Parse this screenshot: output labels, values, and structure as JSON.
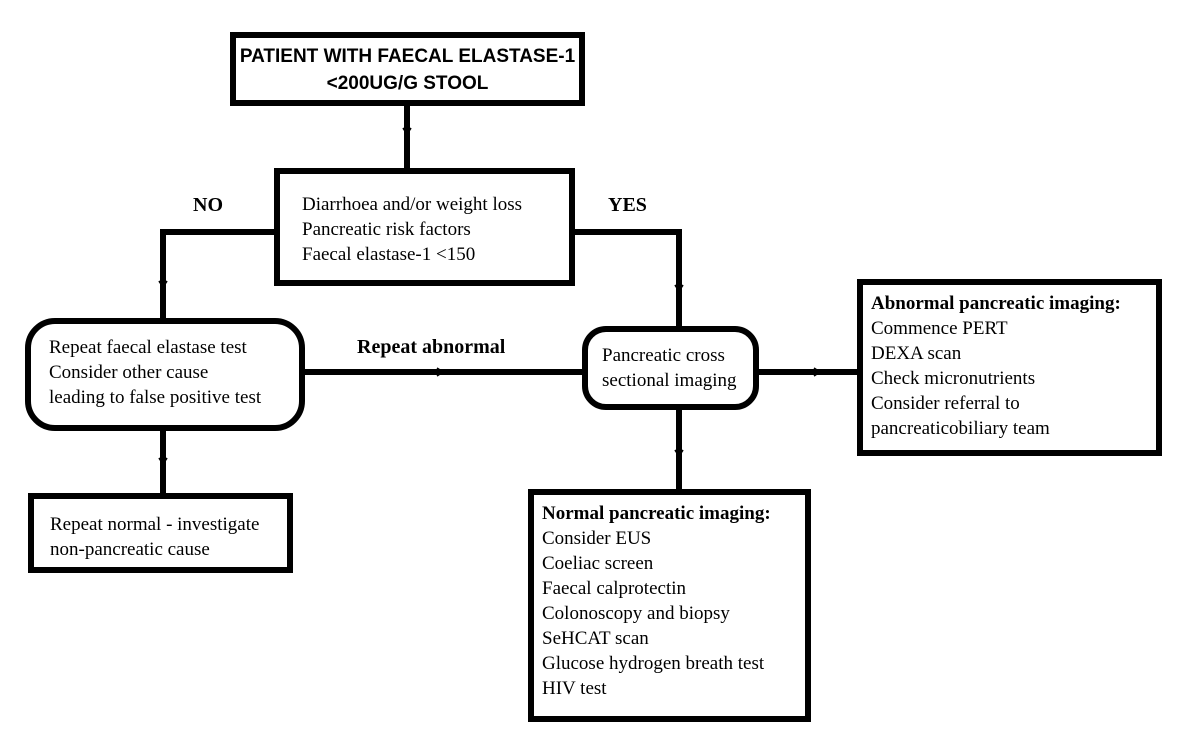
{
  "boxes": {
    "start": {
      "lines": [
        "PATIENT WITH FAECAL ELASTASE-1",
        "<200UG/G STOOL"
      ]
    },
    "decision": {
      "lines": [
        "Diarrhoea and/or weight loss",
        "Pancreatic risk factors",
        "Faecal elastase-1 <150"
      ]
    },
    "repeat_elastase": {
      "lines": [
        "Repeat faecal elastase test",
        "Consider other cause",
        "leading to false positive test"
      ]
    },
    "imaging": {
      "lines": [
        "Pancreatic cross",
        "sectional imaging"
      ]
    },
    "abnormal": {
      "title": "Abnormal pancreatic imaging:",
      "lines": [
        "Commence PERT",
        "DEXA scan",
        "Check micronutrients",
        "Consider referral to",
        "pancreaticobiliary team"
      ]
    },
    "repeat_normal": {
      "lines": [
        "Repeat normal - investigate",
        "non-pancreatic cause"
      ]
    },
    "normal": {
      "title": "Normal pancreatic imaging:",
      "lines": [
        "Consider EUS",
        "Coeliac screen",
        "Faecal calprotectin",
        "Colonoscopy and biopsy",
        "SeHCAT scan",
        "Glucose hydrogen breath test",
        "HIV test"
      ]
    }
  },
  "edge_labels": {
    "no": "NO",
    "yes": "YES",
    "repeat_abnormal": "Repeat abnormal"
  },
  "colors": {
    "line": "#000000",
    "background": "#ffffff"
  }
}
